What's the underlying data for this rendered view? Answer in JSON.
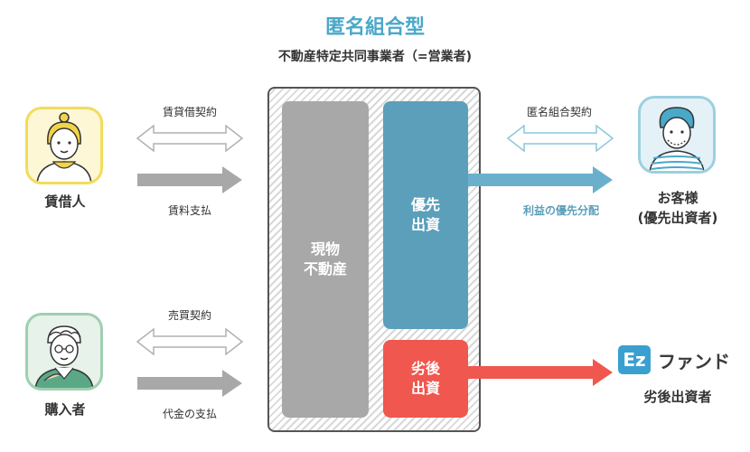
{
  "title": "匿名組合型",
  "subtitle": "不動産特定共同事業者（=営業者)",
  "tenant": {
    "label": "賃借人"
  },
  "buyer": {
    "label": "購入者"
  },
  "customer": {
    "label": "お客様",
    "sublabel": "(優先出資者)"
  },
  "ezfund": {
    "logo": "Ez",
    "name": "ファンド",
    "label": "劣後出資者"
  },
  "arrows": {
    "lease_contract": "賃貸借契約",
    "rent_payment": "賃料支払",
    "sale_contract": "売買契約",
    "price_payment": "代金の支払",
    "silent_partnership": "匿名組合契約",
    "profit_distribution": "利益の優先分配"
  },
  "blocks": {
    "property": "現物\n不動産",
    "senior": "優先\n出資",
    "junior": "劣後\n出資"
  },
  "colors": {
    "title": "#4aa8c8",
    "property": "#a8a8a8",
    "senior": "#5b9fbb",
    "junior": "#f0574e",
    "grey_arrow": "#a8a8a8",
    "blue_arrow": "#6ab0cc",
    "red_arrow": "#f0574e"
  }
}
